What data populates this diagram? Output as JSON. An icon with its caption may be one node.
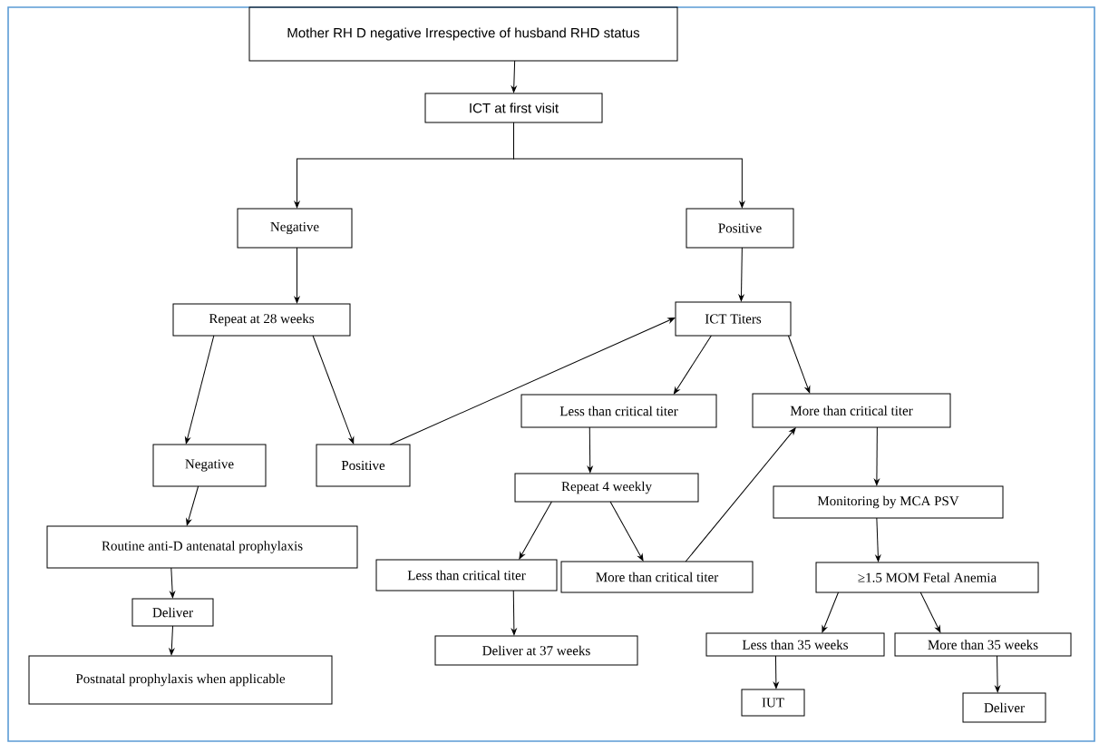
{
  "diagram": {
    "nodes": [
      {
        "text": [
          "Mother RH D negative Irrespective of husband RHD status"
        ]
      },
      {
        "text": [
          "ICT at first visit"
        ]
      },
      {
        "text": [
          "Negative"
        ]
      },
      {
        "text": [
          "Positive"
        ]
      },
      {
        "text": [
          "Repeat at 28 weeks"
        ]
      },
      {
        "text": [
          "ICT Titers"
        ]
      },
      {
        "text": [
          "Less than critical titer"
        ]
      },
      {
        "text": [
          "More than critical titer"
        ]
      },
      {
        "text": [
          "Negative"
        ]
      },
      {
        "text": [
          "Positive"
        ]
      },
      {
        "text": [
          "Repeat 4 weekly"
        ]
      },
      {
        "text": [
          "Monitoring by MCA PSV"
        ]
      },
      {
        "text": [
          "Routine anti-D antenatal prophylaxis"
        ]
      },
      {
        "text": [
          "Less than critical titer"
        ]
      },
      {
        "text": [
          "More than critical titer"
        ]
      },
      {
        "text": [
          "≥1.5 MOM Fetal Anemia"
        ]
      },
      {
        "text": [
          "Deliver"
        ]
      },
      {
        "text": [
          "Deliver at 37 weeks"
        ]
      },
      {
        "text": [
          "Less than 35 weeks"
        ]
      },
      {
        "text": [
          "More than 35 weeks"
        ]
      },
      {
        "text": [
          "Postnatal prophylaxis when applicable"
        ]
      },
      {
        "text": [
          "IUT"
        ]
      },
      {
        "text": [
          "Deliver"
        ]
      }
    ],
    "edges": [
      {
        "from": 0,
        "to": 1,
        "arrow": "to"
      },
      {
        "from": 1,
        "to": 2,
        "arrow": "to"
      },
      {
        "from": 1,
        "to": 3,
        "arrow": "to"
      },
      {
        "from": 2,
        "to": 4,
        "arrow": "to"
      },
      {
        "from": 3,
        "to": 5,
        "arrow": "to"
      },
      {
        "from": 4,
        "to": 8,
        "arrow": "to"
      },
      {
        "from": 4,
        "to": 9,
        "arrow": "to"
      },
      {
        "from": 9,
        "to": 5,
        "arrow": "to"
      },
      {
        "from": 5,
        "to": 6,
        "arrow": "to"
      },
      {
        "from": 5,
        "to": 7,
        "arrow": "to"
      },
      {
        "from": 6,
        "to": 10,
        "arrow": "to"
      },
      {
        "from": 10,
        "to": 13,
        "arrow": "to"
      },
      {
        "from": 10,
        "to": 14,
        "arrow": "to"
      },
      {
        "from": 14,
        "to": 7,
        "arrow": "to"
      },
      {
        "from": 7,
        "to": 11,
        "arrow": "to"
      },
      {
        "from": 11,
        "to": 15,
        "arrow": "to"
      },
      {
        "from": 15,
        "to": 18,
        "arrow": "to"
      },
      {
        "from": 15,
        "to": 19,
        "arrow": "to"
      },
      {
        "from": 18,
        "to": 21,
        "arrow": "to"
      },
      {
        "from": 19,
        "to": 22,
        "arrow": "to"
      },
      {
        "from": 8,
        "to": 12,
        "arrow": "to"
      },
      {
        "from": 12,
        "to": 16,
        "arrow": "to"
      },
      {
        "from": 16,
        "to": 20,
        "arrow": "to"
      },
      {
        "from": 13,
        "to": 17,
        "arrow": "to"
      }
    ]
  }
}
